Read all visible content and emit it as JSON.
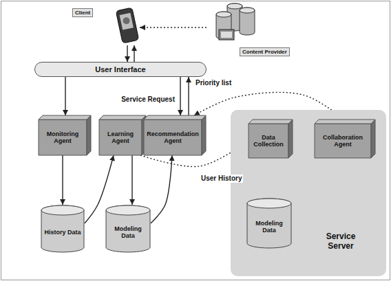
{
  "diagram": {
    "nodes": [
      {
        "text": [
          "Client"
        ]
      },
      {
        "text": [
          "Content Provider"
        ]
      },
      {
        "text": [
          "User Interface"
        ]
      },
      {
        "text": [
          "Monitoring Agent"
        ]
      },
      {
        "text": [
          "Learning Agent"
        ]
      },
      {
        "text": [
          "Recommendation Agent"
        ]
      },
      {
        "text": [
          "History Data"
        ]
      },
      {
        "text": [
          "Modeling Data"
        ]
      },
      {
        "text": [
          "Service Server"
        ]
      },
      {
        "text": [
          "Data Collection"
        ],
        "in": 8
      },
      {
        "text": [
          "Collaboration Agent"
        ],
        "in": 8
      },
      {
        "text": [
          "Modeling Data"
        ],
        "in": 8
      }
    ],
    "edges": [
      {
        "from": 0,
        "to": 2,
        "arrow": "to"
      },
      {
        "from": 2,
        "to": 0,
        "arrow": "to"
      },
      {
        "from": 1,
        "to": 0,
        "arrow": "to"
      },
      {
        "from": 2,
        "to": 3,
        "arrow": "to"
      },
      {
        "from": 5,
        "to": 2,
        "arrow": "to",
        "label": "Priority list"
      },
      {
        "from": 2,
        "to": 5,
        "arrow": "to",
        "label": "Service Request"
      },
      {
        "from": 3,
        "to": 6,
        "arrow": "to"
      },
      {
        "from": 6,
        "to": 4,
        "arrow": "to"
      },
      {
        "from": 4,
        "to": 7,
        "arrow": "to"
      },
      {
        "from": 7,
        "to": 5,
        "arrow": "to"
      },
      {
        "from": 4,
        "to": 9,
        "arrow": "to",
        "label": "User History"
      },
      {
        "from": 5,
        "to": 10,
        "arrow": "both"
      },
      {
        "from": 9,
        "to": 11,
        "arrow": "to"
      },
      {
        "from": 11,
        "to": 10,
        "arrow": "to"
      }
    ]
  }
}
